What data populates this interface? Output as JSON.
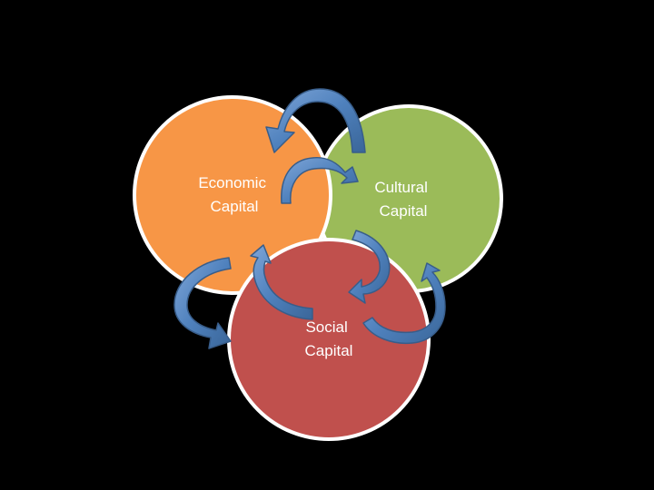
{
  "diagram": {
    "background": "#000000",
    "circles": [
      {
        "id": "economic",
        "line1": "Economic",
        "line2": "Capital",
        "fill": "#F79646"
      },
      {
        "id": "cultural",
        "line1": "Cultural",
        "line2": "Capital",
        "fill": "#9BBB59"
      },
      {
        "id": "social",
        "line1": "Social",
        "line2": "Capital",
        "fill": "#C0504D"
      }
    ],
    "circle_stroke": "#ffffff",
    "arrow_fill": "#4F81BD",
    "arrow_stroke": "#385D8A"
  }
}
